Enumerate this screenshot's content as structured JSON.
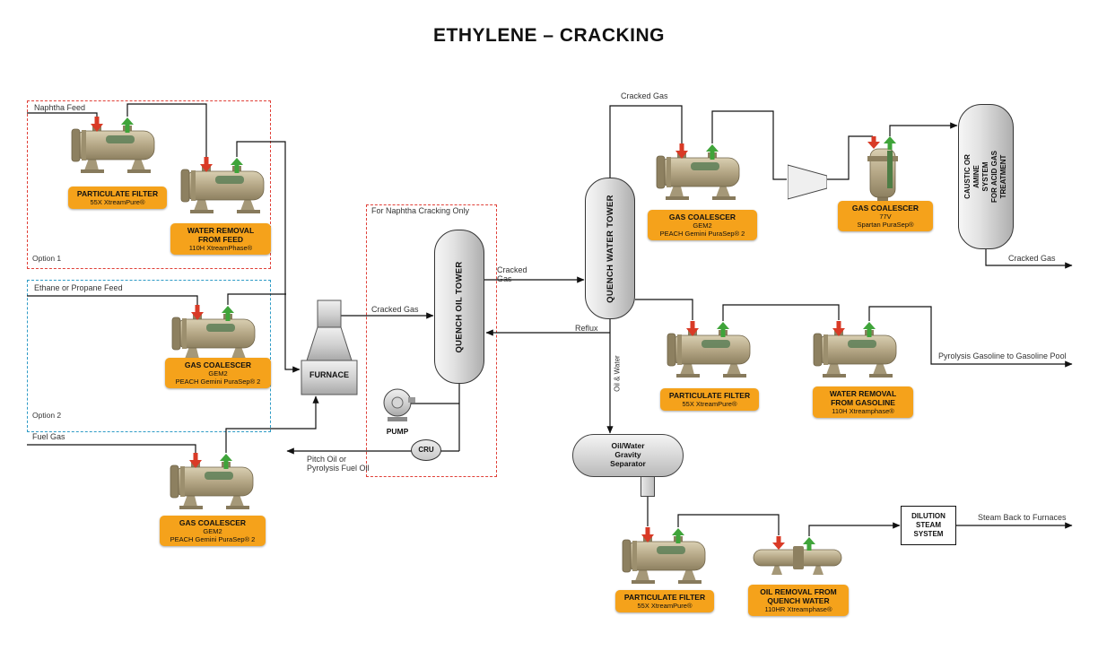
{
  "title": "ETHYLENE – CRACKING",
  "colors": {
    "tag_orange": "#F5A21B",
    "option1_dash_red": "#E04038",
    "option2_dash_blue": "#2E9BC6",
    "inlet_arrow_red": "#D93A26",
    "outlet_arrow_green": "#3FA43A"
  },
  "feeds": {
    "naphtha": "Naphtha Feed",
    "option1": "Option 1",
    "ethane": "Ethane or Propane Feed",
    "option2": "Option 2",
    "fuel_gas": "Fuel Gas"
  },
  "streams": {
    "naphtha_only": "For Naphtha Cracking Only",
    "cracked_gas_furnace": "Cracked Gas",
    "cracked_gas_qot_l1": "Cracked",
    "cracked_gas_qot_l2": "Gas",
    "cracked_gas_top": "Cracked Gas",
    "cracked_gas_out": "Cracked Gas",
    "reflux": "Reflux",
    "oil_water": "Oil & Water",
    "pitch_l1": "Pitch Oil or",
    "pitch_l2": "Pyrolysis Fuel Oil",
    "pyrolysis_gasoline": "Pyrolysis Gasoline to Gasoline Pool",
    "steam_back": "Steam Back to Furnaces"
  },
  "units": {
    "furnace": "FURNACE",
    "pump": "PUMP",
    "cru": "CRU",
    "qot": "QUENCH OIL TOWER",
    "qwt": "QUENCH WATER TOWER",
    "caustic": {
      "l1": "CAUSTIC OR",
      "l2": "AMINE SYSTEM",
      "l3": "FOR ACID GAS",
      "l4": "TREATMENT"
    },
    "separator": {
      "l1": "Oil/Water",
      "l2": "Gravity",
      "l3": "Separator"
    },
    "dilution": {
      "l1": "DILUTION",
      "l2": "STEAM",
      "l3": "SYSTEM"
    }
  },
  "tags": {
    "pf_feed": {
      "t1": "PARTICULATE FILTER",
      "s1": "55X XtreamPure®"
    },
    "wr_feed": {
      "t1": "WATER REMOVAL",
      "t2": "FROM FEED",
      "s1": "110H XtreamPhase®"
    },
    "gc_opt2": {
      "t1": "GAS COALESCER",
      "s1": "GEM2",
      "s2": "PEACH Gemini PuraSep® 2"
    },
    "gc_fuel": {
      "t1": "GAS COALESCER",
      "s1": "GEM2",
      "s2": "PEACH Gemini PuraSep® 2"
    },
    "gc_cracked": {
      "t1": "GAS COALESCER",
      "s1": "GEM2",
      "s2": "PEACH Gemini PuraSep® 2"
    },
    "gc_77v": {
      "t1": "GAS COALESCER",
      "s1": "77V",
      "s2": "Spartan PuraSep®"
    },
    "pf_gasoline": {
      "t1": "PARTICULATE FILTER",
      "s1": "55X XtreamPure®"
    },
    "wr_gasoline": {
      "t1": "WATER REMOVAL",
      "t2": "FROM GASOLINE",
      "s1": "110H Xtreamphase®"
    },
    "pf_quench": {
      "t1": "PARTICULATE FILTER",
      "s1": "55X XtreamPure®"
    },
    "or_quench": {
      "t1": "OIL REMOVAL FROM",
      "t2": "QUENCH WATER",
      "s1": "110HR Xtreamphase®"
    }
  }
}
